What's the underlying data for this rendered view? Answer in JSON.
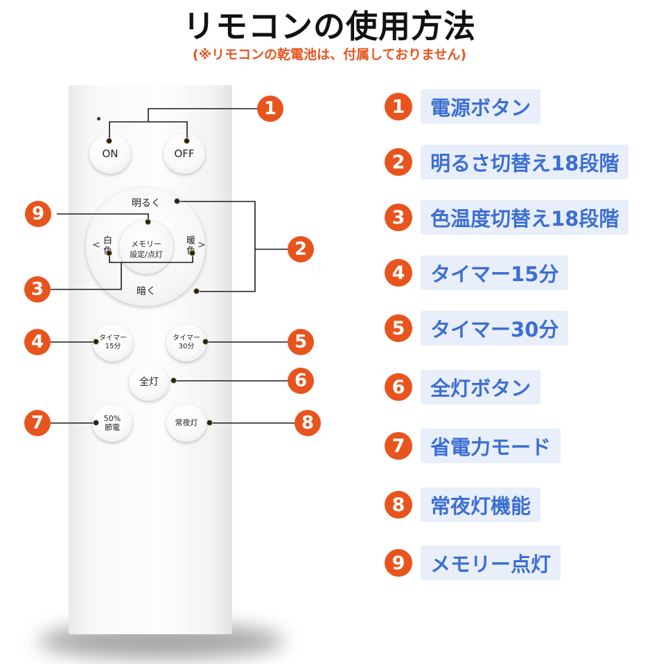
{
  "header": {
    "title": "リモコンの使用方法",
    "subtitle": "(※リモコンの乾電池は、付属しておりません)"
  },
  "remote": {
    "on_label": "ON",
    "off_label": "OFF",
    "brighter_label": "明るく",
    "darker_label": "暗く",
    "white_label": "白色",
    "warm_label": "暖色",
    "left_arrow": "<",
    "right_arrow": ">",
    "memory_line1": "メモリー",
    "memory_line2": "設定/点灯",
    "timer15_line1": "タイマー",
    "timer15_line2": "15分",
    "timer30_line1": "タイマー",
    "timer30_line2": "30分",
    "full_light_label": "全灯",
    "eco_line1": "50%",
    "eco_line2": "節電",
    "night_light_label": "常夜灯"
  },
  "callouts": [
    "1",
    "9",
    "2",
    "3",
    "4",
    "5",
    "6",
    "7",
    "8"
  ],
  "legend": [
    {
      "num": "1",
      "text": "電源ボタン"
    },
    {
      "num": "2",
      "text": "明るさ切替え18段階"
    },
    {
      "num": "3",
      "text": "色温度切替え18段階"
    },
    {
      "num": "4",
      "text": "タイマー15分"
    },
    {
      "num": "5",
      "text": "タイマー30分"
    },
    {
      "num": "6",
      "text": "全灯ボタン"
    },
    {
      "num": "7",
      "text": "省電力モード"
    },
    {
      "num": "8",
      "text": "常夜灯機能"
    },
    {
      "num": "9",
      "text": "メモリー点灯"
    }
  ],
  "colors": {
    "accent": "#e8541d",
    "legend_text": "#3b6fd2",
    "legend_bg": "#e9eefb"
  }
}
